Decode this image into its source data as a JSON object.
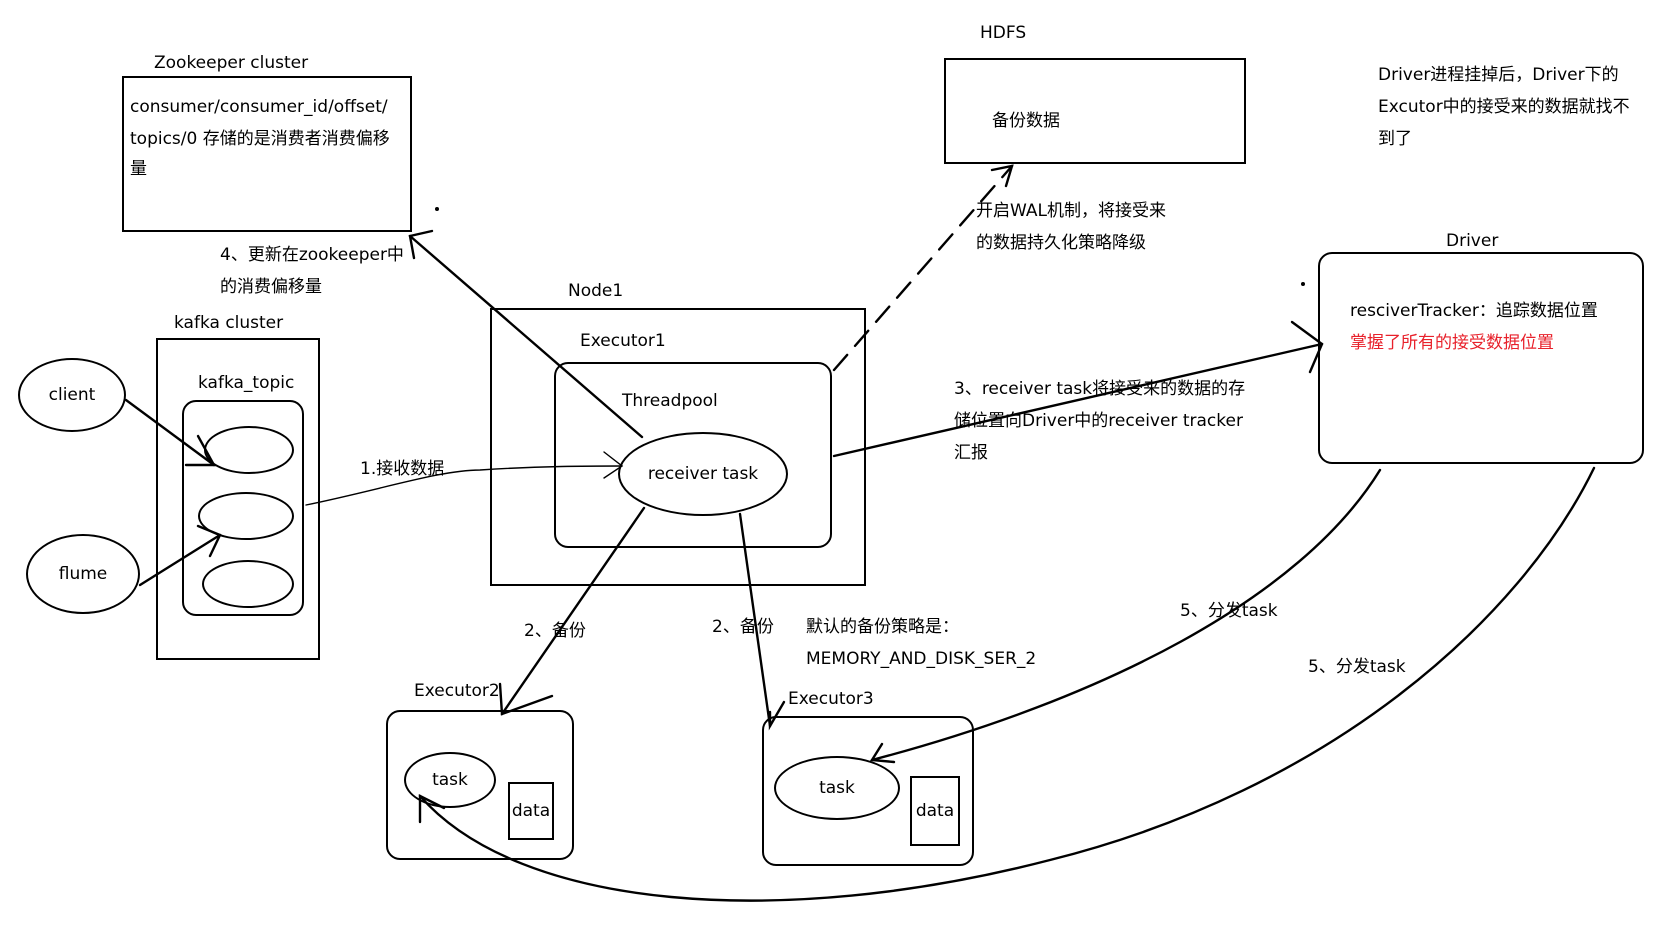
{
  "labels": {
    "zookeeper_title": "Zookeeper cluster",
    "zookeeper_line1": "consumer/consumer_id/offset/",
    "zookeeper_line2": "topics/0  存储的是消费者消费偏移",
    "zookeeper_line3": "量",
    "hdfs_title": "HDFS",
    "hdfs_content": "备份数据",
    "driver_note_line1": "Driver进程挂掉后，Driver下的",
    "driver_note_line2": "Excutor中的接受来的数据就找不",
    "driver_note_line3": "到了",
    "wal_line1": "开启WAL机制，将接受来",
    "wal_line2": "的数据持久化策略降级",
    "driver_title": "Driver",
    "tracker_line1": "resciverTracker：追踪数据位置",
    "tracker_line2": "掌握了所有的接受数据位置",
    "update_line1": "4、更新在zookeeper中",
    "update_line2": "的消费偏移量",
    "node1_title": "Node1",
    "kafka_title": "kafka cluster",
    "executor1_title": "Executor1",
    "kafka_topic": "kafka_topic",
    "threadpool": "Threadpool",
    "client": "client",
    "receiver_task": "receiver task",
    "receive_data": "1.接收数据",
    "report_line1": "3、receiver task将接受来的数据的存",
    "report_line2": "储位置向Driver中的receiver tracker",
    "report_line3": "汇报",
    "flume": "flume",
    "backup_left": "2、备份",
    "backup_right": "2、备份",
    "strategy_line1": "默认的备份策略是：",
    "strategy_line2": "MEMORY_AND_DISK_SER_2",
    "dispatch_1": "5、分发task",
    "dispatch_2": "5、分发task",
    "executor2_title": "Executor2",
    "executor3_title": "Executor3",
    "task_2": "task",
    "data_2": "data",
    "task_3": "task",
    "data_3": "data"
  },
  "colors": {
    "line": "#000000",
    "highlight": "#e8212b"
  }
}
